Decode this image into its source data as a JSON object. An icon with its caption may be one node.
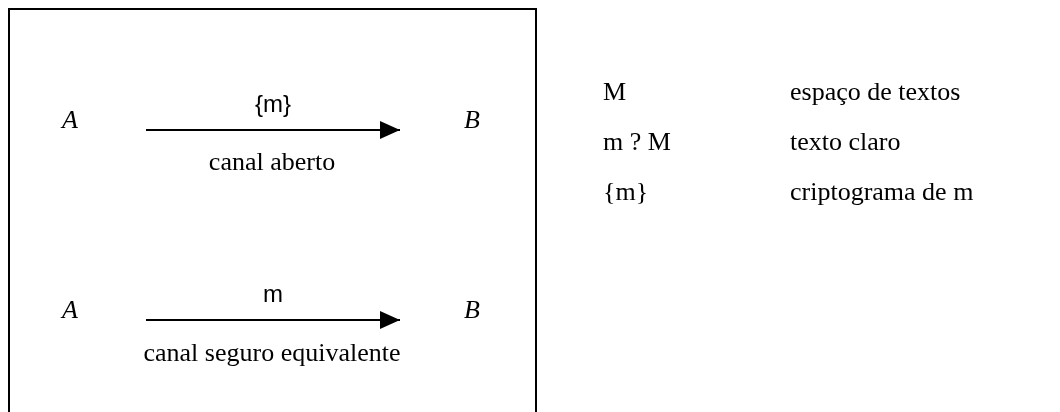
{
  "diagram": {
    "nodes": [
      {
        "text": [],
        "shape": "box"
      },
      {
        "text": [
          "A"
        ],
        "in": 0
      },
      {
        "text": [
          "B"
        ],
        "in": 0
      },
      {
        "text": [
          "A"
        ],
        "in": 0
      },
      {
        "text": [
          "B"
        ],
        "in": 0
      }
    ],
    "edges": [
      {
        "from": 1,
        "to": 2,
        "arrow": "to",
        "label": "{m}"
      },
      {
        "from": 3,
        "to": 4,
        "arrow": "to",
        "label": "m"
      }
    ],
    "labels": [
      "canal aberto",
      "canal seguro equivalente",
      "M",
      "espaço de textos",
      "m ? M",
      "texto claro",
      "{m}",
      "criptograma de m"
    ]
  }
}
